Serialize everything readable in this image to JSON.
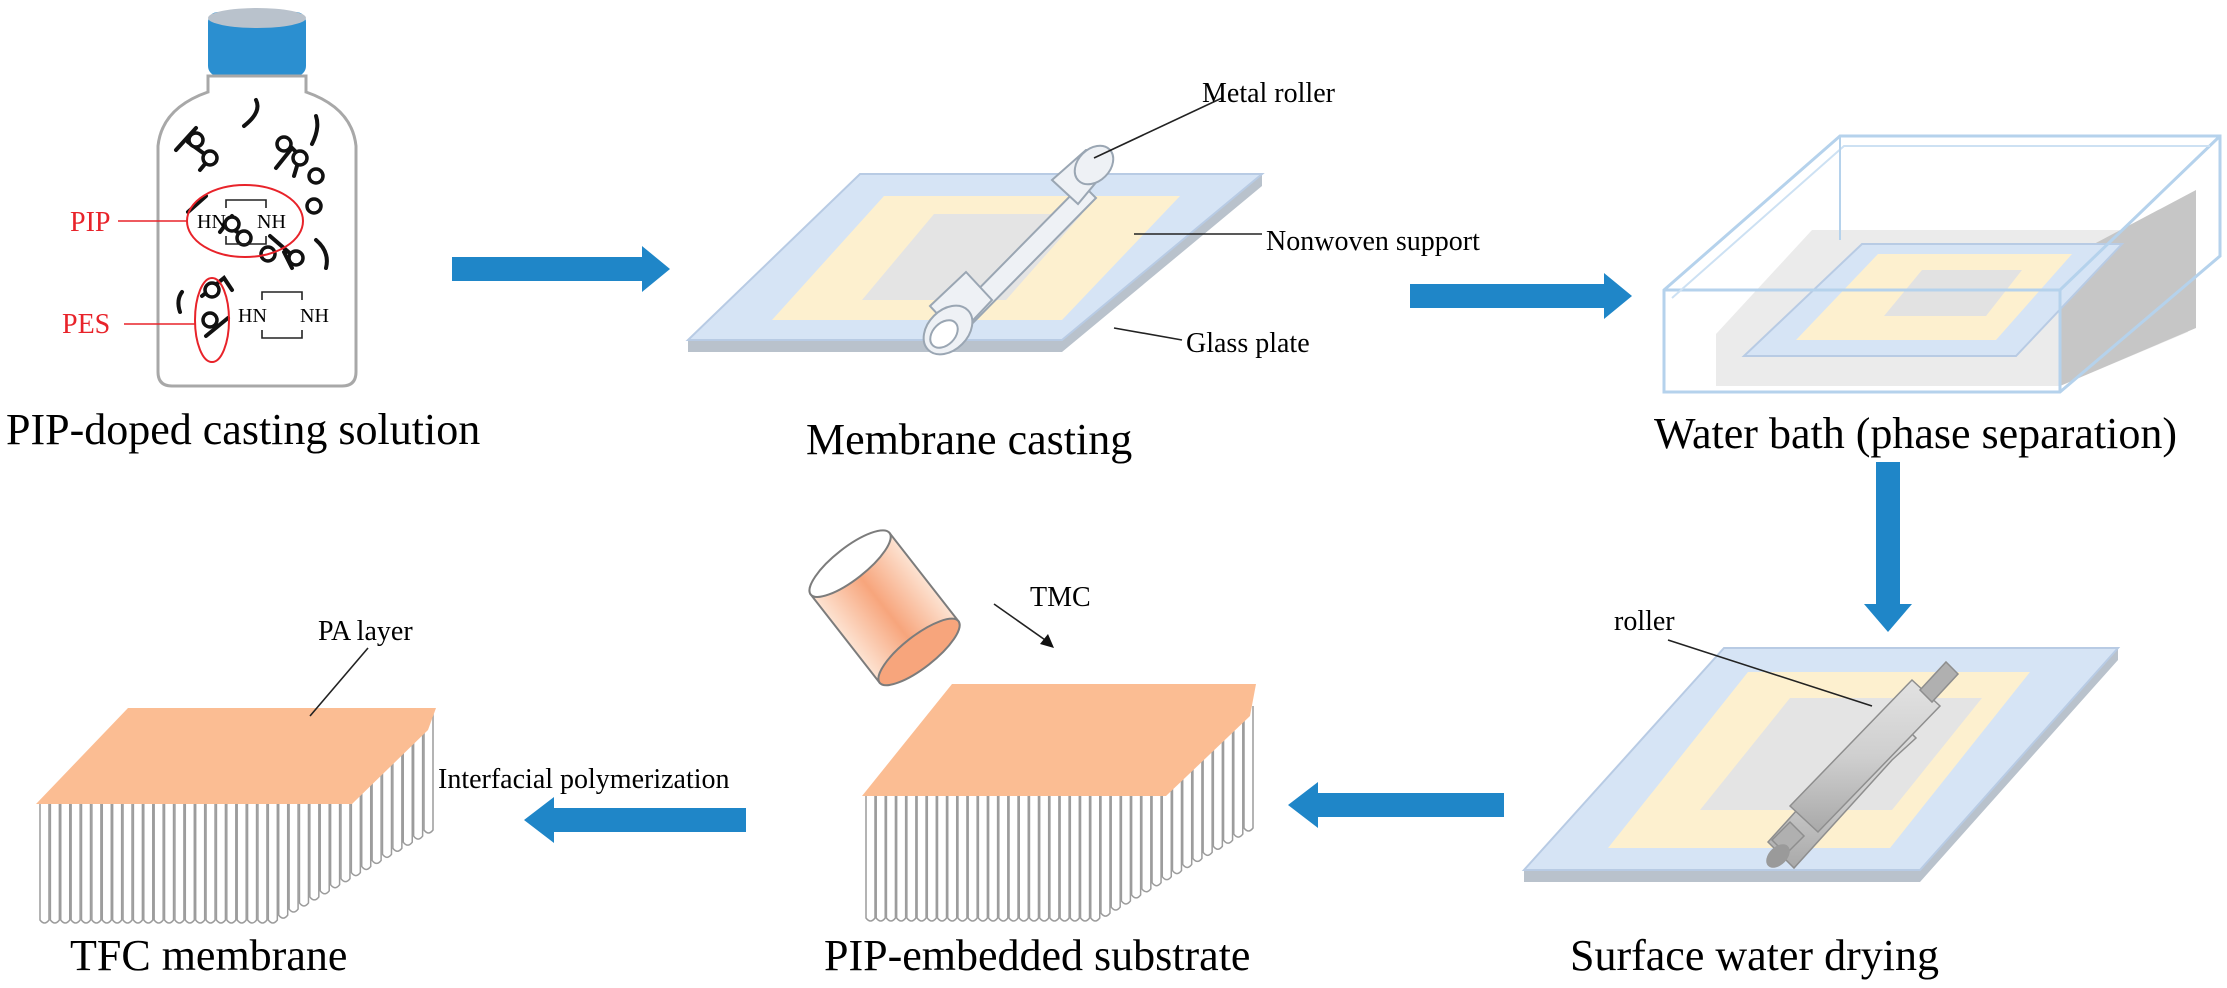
{
  "stages": {
    "casting_solution": "PIP-doped casting solution",
    "membrane_casting": "Membrane casting",
    "water_bath": "Water bath (phase separation)",
    "surface_drying": "Surface water drying",
    "pip_substrate": "PIP-embedded substrate",
    "tfc_membrane": "TFC membrane"
  },
  "callouts": {
    "pip": "PIP",
    "pes": "PES",
    "hn": "HN",
    "nh": "NH",
    "metal_roller": "Metal roller",
    "nonwoven_support": "Nonwoven support",
    "glass_plate": "Glass plate",
    "roller": "roller",
    "tmc": "TMC",
    "pa_layer": "PA layer",
    "interfacial_polymerization": "Interfacial polymerization"
  },
  "colors": {
    "arrow_blue": "#1f86c8",
    "cap_blue": "#2b8fd0",
    "glass_blue": "#d6e4f5",
    "nonwoven_yellow": "#fdf0cf",
    "pa_orange": "#fbbd93",
    "label_red": "#e8232a"
  }
}
